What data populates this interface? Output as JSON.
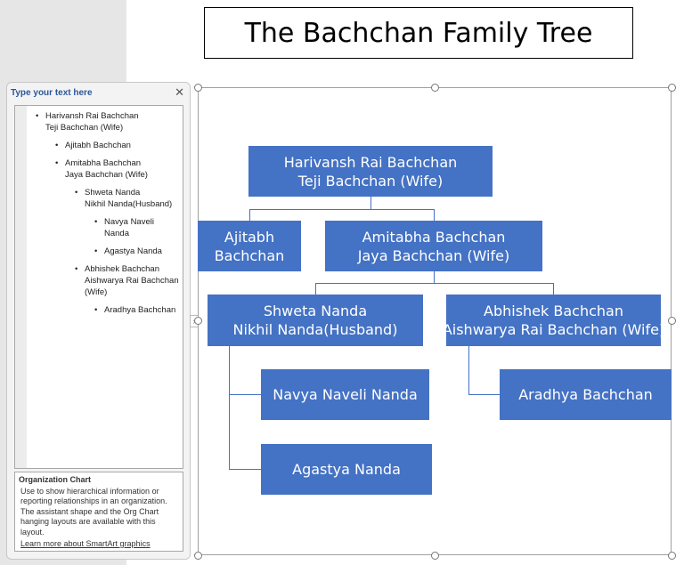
{
  "title": "The Bachchan Family Tree",
  "text_pane": {
    "title": "Type your text here",
    "close_icon": "close-icon",
    "items": [
      {
        "level": 1,
        "text": "Harivansh Rai Bachchan\nTeji Bachchan (Wife)"
      },
      {
        "level": 2,
        "text": "Ajitabh Bachchan"
      },
      {
        "level": 2,
        "text": "Amitabha Bachchan\nJaya Bachchan (Wife)"
      },
      {
        "level": 3,
        "text": "Shweta Nanda\nNikhil Nanda(Husband)"
      },
      {
        "level": 4,
        "text": "Navya Naveli\nNanda"
      },
      {
        "level": 4,
        "text": "Agastya Nanda"
      },
      {
        "level": 3,
        "text": "Abhishek Bachchan\nAishwarya Rai Bachchan\n(Wife)"
      },
      {
        "level": 4,
        "text": "Aradhya Bachchan"
      }
    ],
    "description": {
      "heading": "Organization Chart",
      "body": "Use to show hierarchical information or reporting relationships in an organization. The assistant shape and the Org Chart hanging layouts are available with this layout.",
      "link": "Learn more about SmartArt graphics"
    }
  },
  "chart": {
    "node_color": "#4472c4",
    "nodes": {
      "root": "Harivansh Rai Bachchan\nTeji Bachchan (Wife)",
      "ajitabh": "Ajitabh\nBachchan",
      "amitabha": "Amitabha Bachchan\nJaya Bachchan (Wife)",
      "shweta": "Shweta Nanda\nNikhil Nanda(Husband)",
      "abhishek": "Abhishek Bachchan\nAishwarya Rai Bachchan (Wife)",
      "navya": "Navya Naveli Nanda",
      "agastya": "Agastya Nanda",
      "aradhya": "Aradhya Bachchan"
    }
  }
}
